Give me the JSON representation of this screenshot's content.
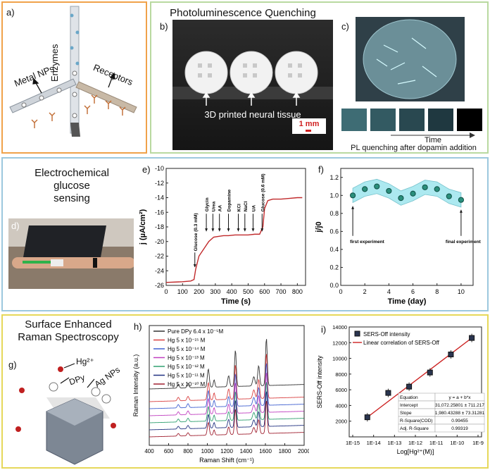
{
  "colors": {
    "orange": "#f0a24a",
    "green": "#b9d9a0",
    "blue": "#9cc8de",
    "yellow": "#e6d85a",
    "red_line": "#cc2020",
    "cyan_band": "#9ee6ee",
    "teal_point": "#2a8f7c"
  },
  "panel_a": {
    "label": "a)",
    "enzymes": "Enzymes",
    "metal_nps": "Metal NPs",
    "receptors": "Receptors"
  },
  "panel_b": {
    "title": "Photoluminescence Quenching",
    "label": "b)",
    "caption": "3D printed neural tissue",
    "scale": "1 mm"
  },
  "panel_c": {
    "label": "c)",
    "time": "Time",
    "caption": "PL quenching after dopamin addition"
  },
  "panel_d": {
    "title_line1": "Electrochemical",
    "title_line2": "glucose",
    "title_line3": "sensing",
    "label": "d)"
  },
  "panel_e": {
    "label": "e)",
    "ylabel": "j (µA/cm²)",
    "xlabel": "Time (s)",
    "annotations": [
      "Glucose (0.3 mM)",
      "Glycin",
      "Urea",
      "AA",
      "Dopamine",
      "KCl",
      "NaCl",
      "UA",
      "Glucose (0.6 mM)"
    ]
  },
  "panel_f": {
    "label": "f)",
    "ylabel": "j/j0",
    "xlabel": "Time (day)",
    "first": "first experiment",
    "final": "final experiment"
  },
  "panel_g": {
    "title_line1": "Surface Enhanced",
    "title_line2": "Raman Spectroscopy",
    "label": "g)",
    "hg": "Hg²⁺",
    "dpy": "DPy",
    "agnps": "Ag NPs"
  },
  "panel_h": {
    "label": "h)",
    "ylabel": "Raman Intensity (a.u.)",
    "xlabel": "Raman Shift (cm⁻¹)"
  },
  "panel_i": {
    "label": "i)",
    "ylabel": "SERS-Off intensity",
    "xlabel": "Log[Hg²⁺(M)]",
    "legend_points": "SERS-Off intensity",
    "legend_line": "Linear correlation of SERS-Off",
    "table": [
      [
        "Equation",
        "y = a + b*x"
      ],
      [
        "Intercept",
        "31,072.25801 ± 711.217"
      ],
      [
        "Slope",
        "1,980.43288 ± 73.31281"
      ],
      [
        "R-Square(COD)",
        "0.99455"
      ],
      [
        "Adj. R-Square",
        "0.99319"
      ]
    ]
  },
  "chart_data": [
    {
      "id": "e",
      "type": "line",
      "xlabel": "Time (s)",
      "ylabel": "j (µA/cm²)",
      "xlim": [
        0,
        850
      ],
      "ylim": [
        -26,
        -10
      ],
      "xticks": [
        0,
        100,
        200,
        300,
        400,
        500,
        600,
        700,
        800
      ],
      "yticks": [
        -10,
        -12,
        -14,
        -16,
        -18,
        -20,
        -22,
        -24,
        -26
      ],
      "x": [
        0,
        100,
        150,
        170,
        180,
        200,
        230,
        260,
        290,
        320,
        350,
        380,
        420,
        460,
        500,
        540,
        570,
        590,
        600,
        620,
        650,
        700,
        750,
        800,
        830
      ],
      "y": [
        -25.6,
        -25.5,
        -25.4,
        -25.2,
        -23.8,
        -22.0,
        -21.0,
        -20.0,
        -19.4,
        -19.3,
        -19.2,
        -19.2,
        -19.1,
        -19.1,
        -19.1,
        -19.0,
        -19.0,
        -18.0,
        -15.5,
        -14.4,
        -14.2,
        -14.2,
        -14.1,
        -14.0,
        -14.0
      ],
      "arrow_times": [
        175,
        245,
        285,
        325,
        380,
        440,
        480,
        530,
        585
      ]
    },
    {
      "id": "f",
      "type": "scatter",
      "xlabel": "Time (day)",
      "ylabel": "j/j0",
      "xlim": [
        0,
        11
      ],
      "ylim": [
        0,
        1.3
      ],
      "xticks": [
        0,
        2,
        4,
        6,
        8,
        10
      ],
      "yticks": [
        0.0,
        0.2,
        0.4,
        0.6,
        0.8,
        1.0,
        1.2
      ],
      "x": [
        1,
        2,
        3,
        4,
        5,
        6,
        7,
        8,
        9,
        10
      ],
      "y": [
        1.0,
        1.07,
        1.1,
        1.05,
        0.97,
        1.02,
        1.09,
        1.07,
        0.99,
        0.95
      ],
      "band": 0.08
    },
    {
      "id": "h",
      "type": "line",
      "xlabel": "Raman Shift (cm⁻¹)",
      "ylabel": "Raman Intensity (a.u.)",
      "xlim": [
        400,
        2000
      ],
      "xticks": [
        400,
        600,
        800,
        1000,
        1200,
        1400,
        1600,
        1800,
        2000
      ],
      "series": [
        {
          "name": "Pure DPy 6.4 x 10⁻⁵M",
          "color": "#333333"
        },
        {
          "name": "Hg 5 x 10⁻¹⁵ M",
          "color": "#d94040"
        },
        {
          "name": "Hg 5 x 10⁻¹⁴ M",
          "color": "#4060d0"
        },
        {
          "name": "Hg 5 x 10⁻¹³ M",
          "color": "#c040c0"
        },
        {
          "name": "Hg 5 x 10⁻¹² M",
          "color": "#30a070"
        },
        {
          "name": "Hg 5 x 10⁻¹¹ M",
          "color": "#203080"
        },
        {
          "name": "Hg 5 x 10⁻¹⁰ M",
          "color": "#a02030"
        }
      ]
    },
    {
      "id": "i",
      "type": "scatter",
      "xlabel": "Log[Hg²⁺(M)]",
      "ylabel": "SERS-Off intensity",
      "xtick_labels": [
        "1E-15",
        "1E-14",
        "1E-13",
        "1E-12",
        "1E-11",
        "1E-10",
        "1E-9"
      ],
      "xlog": [
        -15,
        -14,
        -13,
        -12,
        -11,
        -10,
        -9
      ],
      "ylim": [
        0,
        14000
      ],
      "yticks": [
        2000,
        4000,
        6000,
        8000,
        10000,
        12000,
        14000
      ],
      "x": [
        -14.3,
        -13.3,
        -12.3,
        -11.3,
        -10.3,
        -9.3
      ],
      "y": [
        2500,
        5600,
        6400,
        8200,
        10500,
        12600
      ]
    }
  ]
}
